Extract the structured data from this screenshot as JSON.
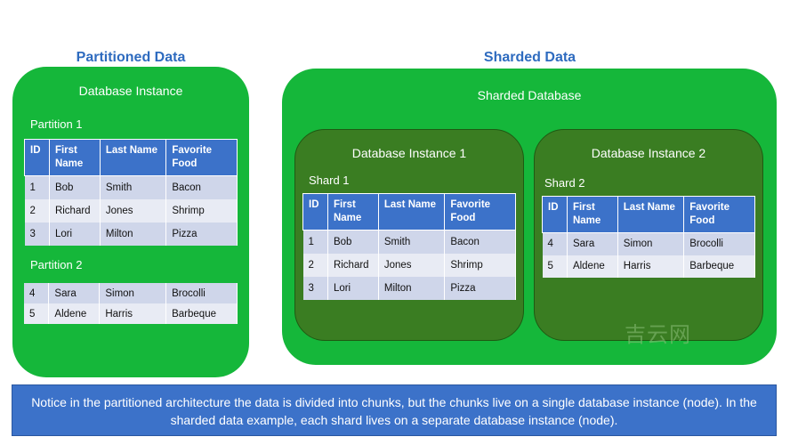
{
  "titles": {
    "partitioned": "Partitioned Data",
    "sharded": "Sharded Data"
  },
  "partitioned": {
    "heading": "Database Instance",
    "partitions": [
      {
        "label": "Partition 1",
        "headers": [
          "ID",
          "First Name",
          "Last Name",
          "Favorite Food"
        ],
        "rows": [
          [
            "1",
            "Bob",
            "Smith",
            "Bacon"
          ],
          [
            "2",
            "Richard",
            "Jones",
            "Shrimp"
          ],
          [
            "3",
            "Lori",
            "Milton",
            "Pizza"
          ]
        ]
      },
      {
        "label": "Partition 2",
        "rows": [
          [
            "4",
            "Sara",
            "Simon",
            "Brocolli"
          ],
          [
            "5",
            "Aldene",
            "Harris",
            "Barbeque"
          ]
        ]
      }
    ]
  },
  "sharded": {
    "heading": "Sharded Database",
    "instances": [
      {
        "heading": "Database Instance 1",
        "shard_label": "Shard 1",
        "headers": [
          "ID",
          "First Name",
          "Last Name",
          "Favorite Food"
        ],
        "rows": [
          [
            "1",
            "Bob",
            "Smith",
            "Bacon"
          ],
          [
            "2",
            "Richard",
            "Jones",
            "Shrimp"
          ],
          [
            "3",
            "Lori",
            "Milton",
            "Pizza"
          ]
        ]
      },
      {
        "heading": "Database Instance 2",
        "shard_label": "Shard 2",
        "headers": [
          "ID",
          "First Name",
          "Last Name",
          "Favorite Food"
        ],
        "rows": [
          [
            "4",
            "Sara",
            "Simon",
            "Brocolli"
          ],
          [
            "5",
            "Aldene",
            "Harris",
            "Barbeque"
          ]
        ]
      }
    ]
  },
  "note": "Notice in the partitioned architecture the data is divided into chunks, but the chunks live on a single database instance (node). In the sharded data example, each shard lives on a separate database instance (node).",
  "watermark": "吉云网",
  "colors": {
    "title_blue": "#2e6bbf",
    "outer_green": "#15b73a",
    "instance_green": "#3a7d22",
    "header_blue": "#3c72c9",
    "row_light": "#cfd6ea",
    "row_lighter": "#e8ebf4"
  }
}
